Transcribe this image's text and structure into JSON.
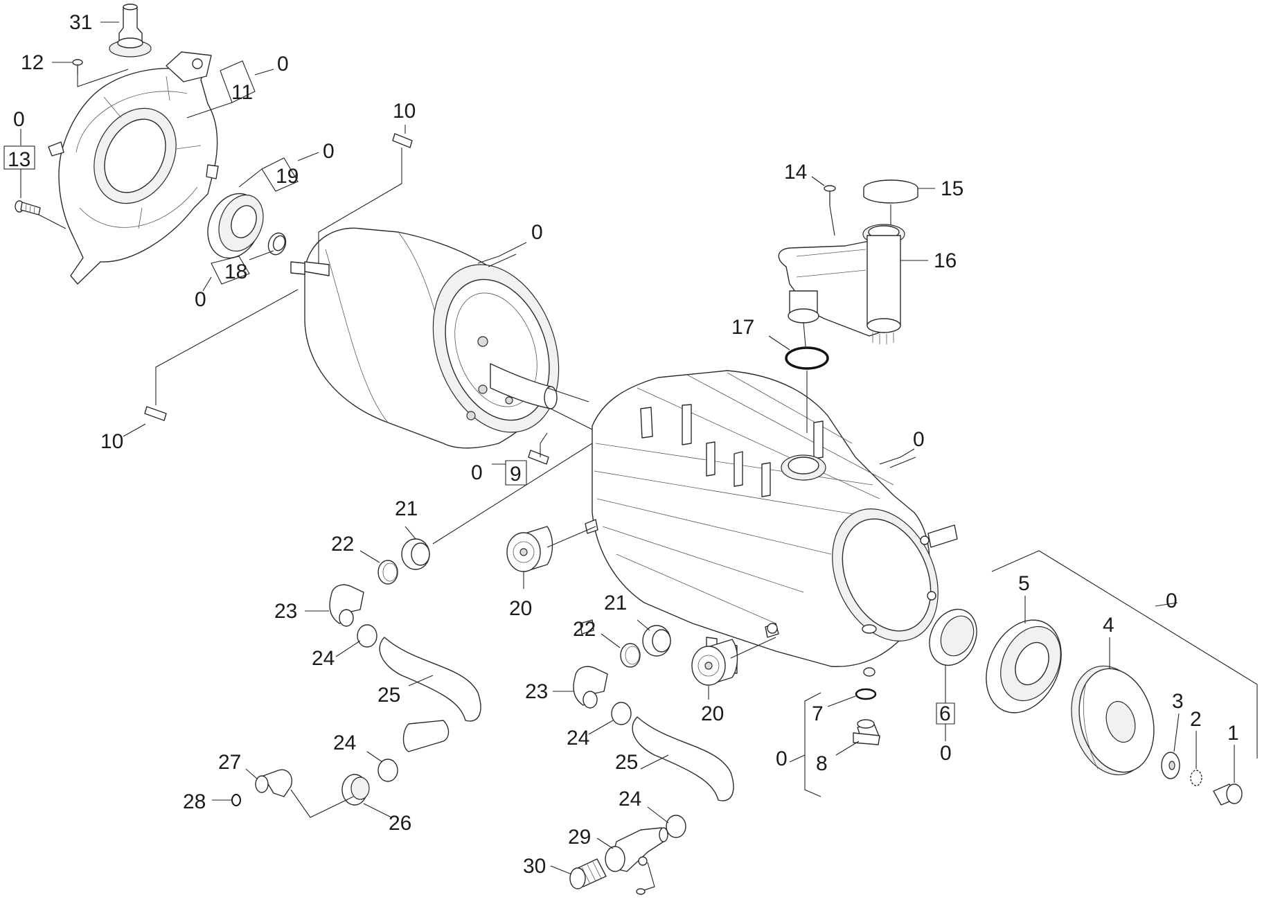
{
  "callouts": {
    "c1": "1",
    "c2": "2",
    "c3": "3",
    "c4": "4",
    "c5": "5",
    "c6": "6",
    "c6_ref": "0",
    "c7": "7",
    "c8": "8",
    "c7_8_ref": "0",
    "c9": "9",
    "c9_ref": "0",
    "c10_top": "10",
    "c10_bottom": "10",
    "c11": "11",
    "c11_ref": "0",
    "c12": "12",
    "c13": "13",
    "c13_ref": "0",
    "c14": "14",
    "c15": "15",
    "c16": "16",
    "c17": "17",
    "c18": "18",
    "c18_ref": "0",
    "c19": "19",
    "c19_ref": "0",
    "c20_left": "20",
    "c20_right": "20",
    "c21_left": "21",
    "c21_right": "21",
    "c22_left": "22",
    "c22_right": "22",
    "c23_left": "23",
    "c23_right": "23",
    "c24_a": "24",
    "c24_b": "24",
    "c24_c": "24",
    "c24_d": "24",
    "c25_left": "25",
    "c25_right": "25",
    "c26": "26",
    "c27": "27",
    "c28": "28",
    "c29": "29",
    "c30": "30",
    "c31": "31",
    "motor_ref": "0",
    "housing_ref": "0",
    "bearing_group_ref": "0"
  }
}
